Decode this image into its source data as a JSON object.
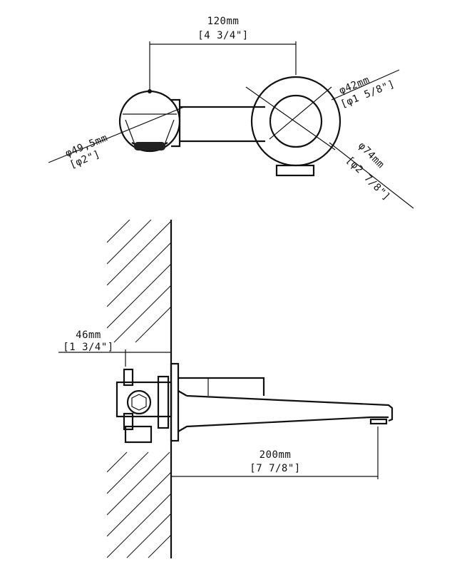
{
  "dimensions": {
    "spacing": {
      "metric": "120mm",
      "imperial": "[4 3/4\"]"
    },
    "spout_diameter": {
      "metric": "φ49,5mm",
      "imperial": "[φ2\"]"
    },
    "handle_diameter": {
      "metric": "φ42mm",
      "imperial": "[φ1 5/8\"]"
    },
    "plate_diameter": {
      "metric": "φ74mm",
      "imperial": "[φ2 7/8\"]"
    },
    "wall_depth": {
      "metric": "46mm",
      "imperial": "[1 3/4\"]"
    },
    "spout_reach": {
      "metric": "200mm",
      "imperial": "[7 7/8\"]"
    }
  }
}
